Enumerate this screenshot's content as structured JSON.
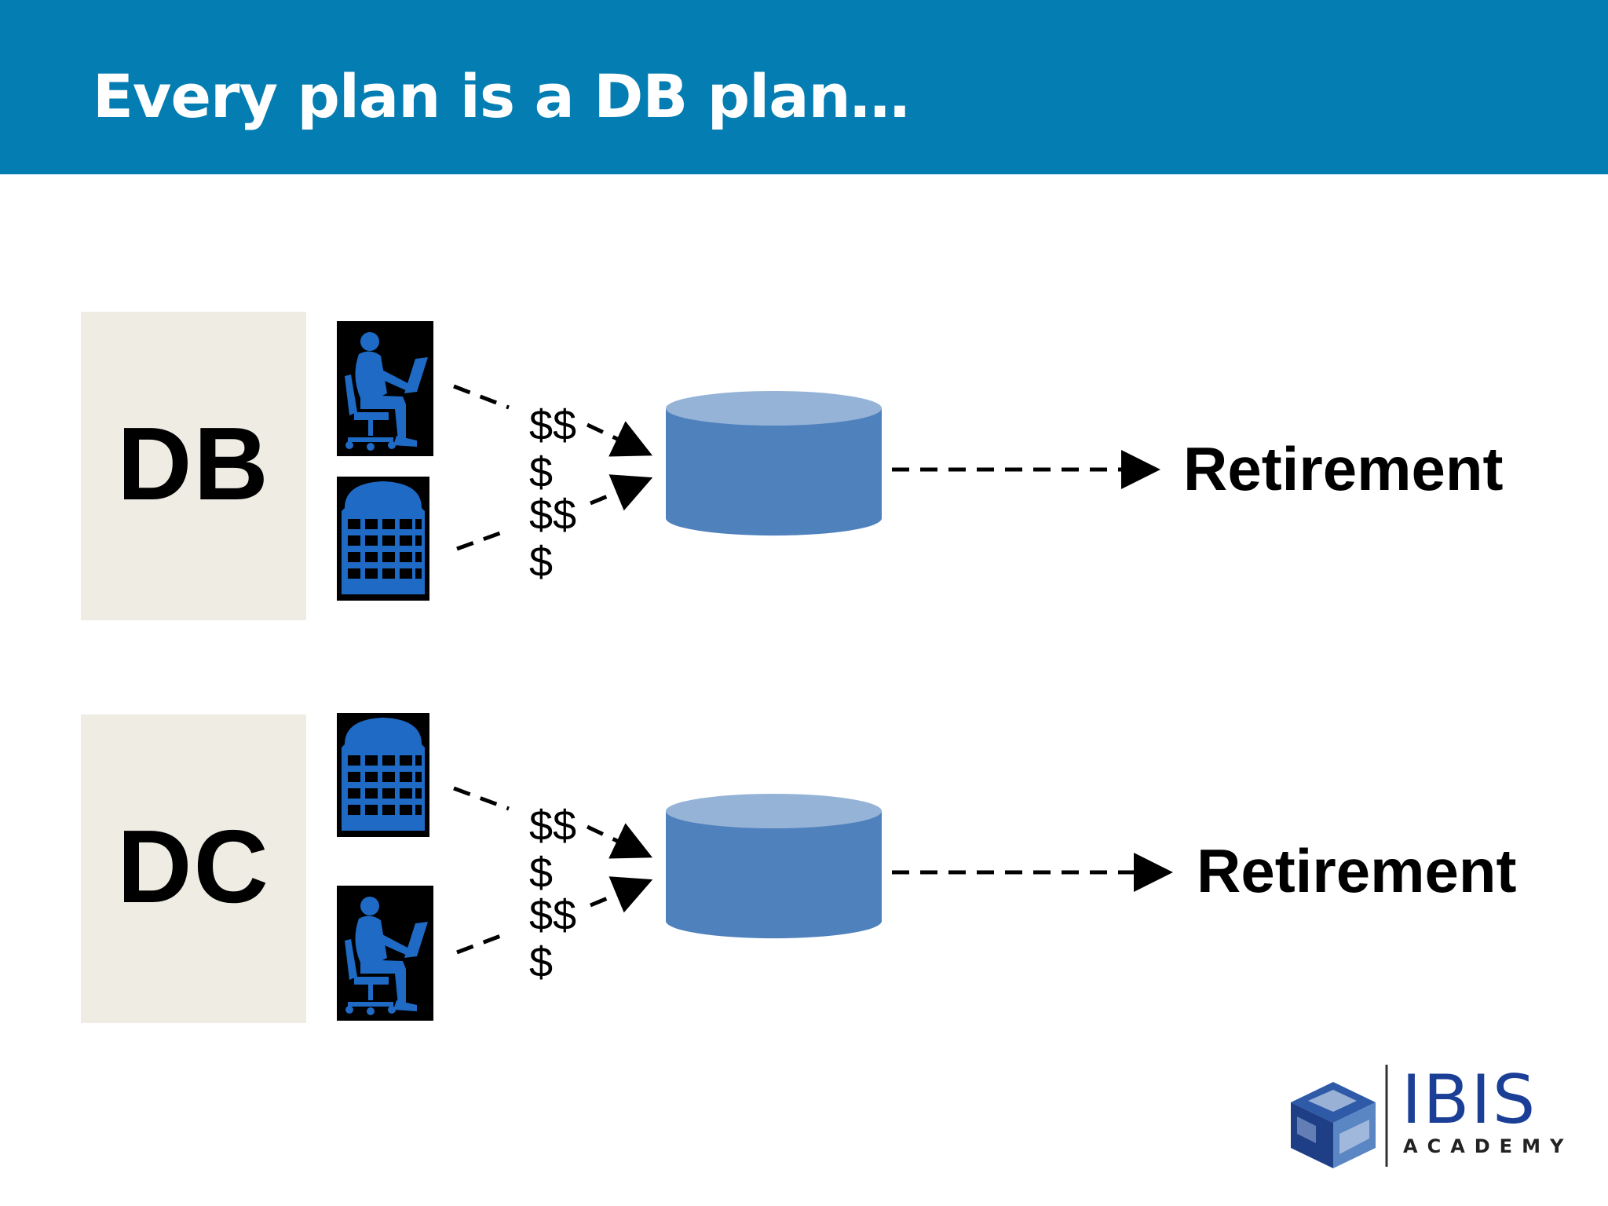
{
  "header": {
    "title": "Every plan is a DB plan…",
    "background": "#047db2"
  },
  "rows": [
    {
      "label": "DB",
      "top_icon": "worker-icon",
      "bottom_icon": "building-icon",
      "money_top": "$$\n$",
      "money_bottom": "$$\n$",
      "pool_color": "#4f81bd",
      "outcome": "Retirement"
    },
    {
      "label": "DC",
      "top_icon": "building-icon",
      "bottom_icon": "worker-icon",
      "money_top": "$$\n$",
      "money_bottom": "$$\n$",
      "pool_color": "#4f81bd",
      "outcome": "Retirement"
    }
  ],
  "logo": {
    "name": "IBIS",
    "subtitle": "ACADEMY",
    "color": "#1b3e96"
  }
}
